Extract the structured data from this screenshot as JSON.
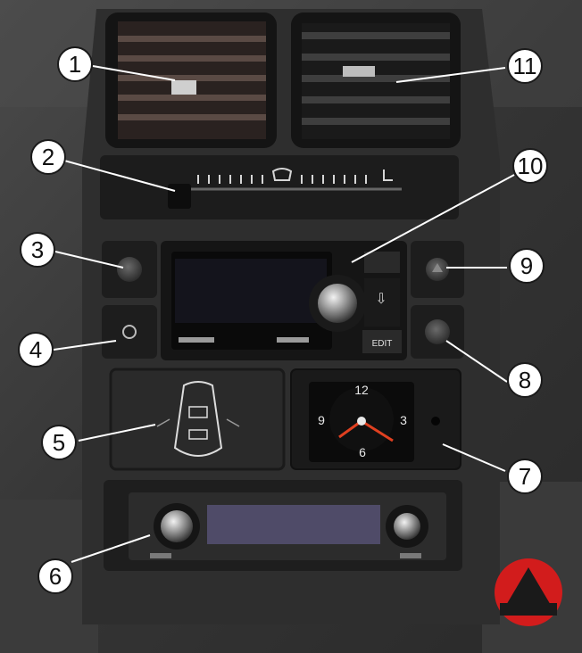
{
  "callouts": [
    {
      "id": "1",
      "label": "1"
    },
    {
      "id": "2",
      "label": "2"
    },
    {
      "id": "3",
      "label": "3"
    },
    {
      "id": "4",
      "label": "4"
    },
    {
      "id": "5",
      "label": "5"
    },
    {
      "id": "6",
      "label": "6"
    },
    {
      "id": "7",
      "label": "7"
    },
    {
      "id": "8",
      "label": "8"
    },
    {
      "id": "9",
      "label": "9"
    },
    {
      "id": "10",
      "label": "10"
    },
    {
      "id": "11",
      "label": "11"
    }
  ],
  "clock": {
    "n12": "12",
    "n3": "3",
    "n6": "6",
    "n9": "9"
  },
  "radio": {
    "edit_label": "EDIT"
  },
  "colors": {
    "panel": "#3a3a3a",
    "panel_dark": "#1f1f1f",
    "display": "#5a5570",
    "clock_hand": "#e04020",
    "logo_red": "#d21c1c"
  }
}
